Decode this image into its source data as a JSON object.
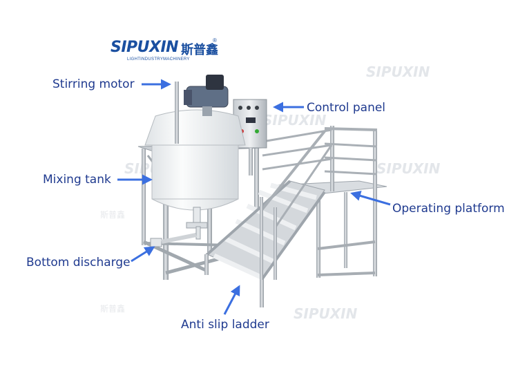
{
  "brand": {
    "logo_text": "SIPUXIN",
    "logo_cn": "斯普鑫",
    "registered_mark": "®",
    "tagline": "LIGHTINDUSTRYMACHINERY"
  },
  "watermarks": {
    "brand": "SIPUXIN",
    "brand_cn": "斯普鑫"
  },
  "labels": {
    "stirring_motor": "Stirring motor",
    "control_panel": "Control panel",
    "mixing_tank": "Mixing tank",
    "operating_platform": "Operating platform",
    "bottom_discharge": "Bottom discharge",
    "anti_slip_ladder": "Anti slip ladder"
  },
  "colors": {
    "label_text": "#1f3a8f",
    "arrow": "#3b6fe0",
    "brand": "#1a4fa0",
    "steel": "#b9bec4",
    "tank": "#f1f3f4",
    "motor": "#5f6f86"
  }
}
